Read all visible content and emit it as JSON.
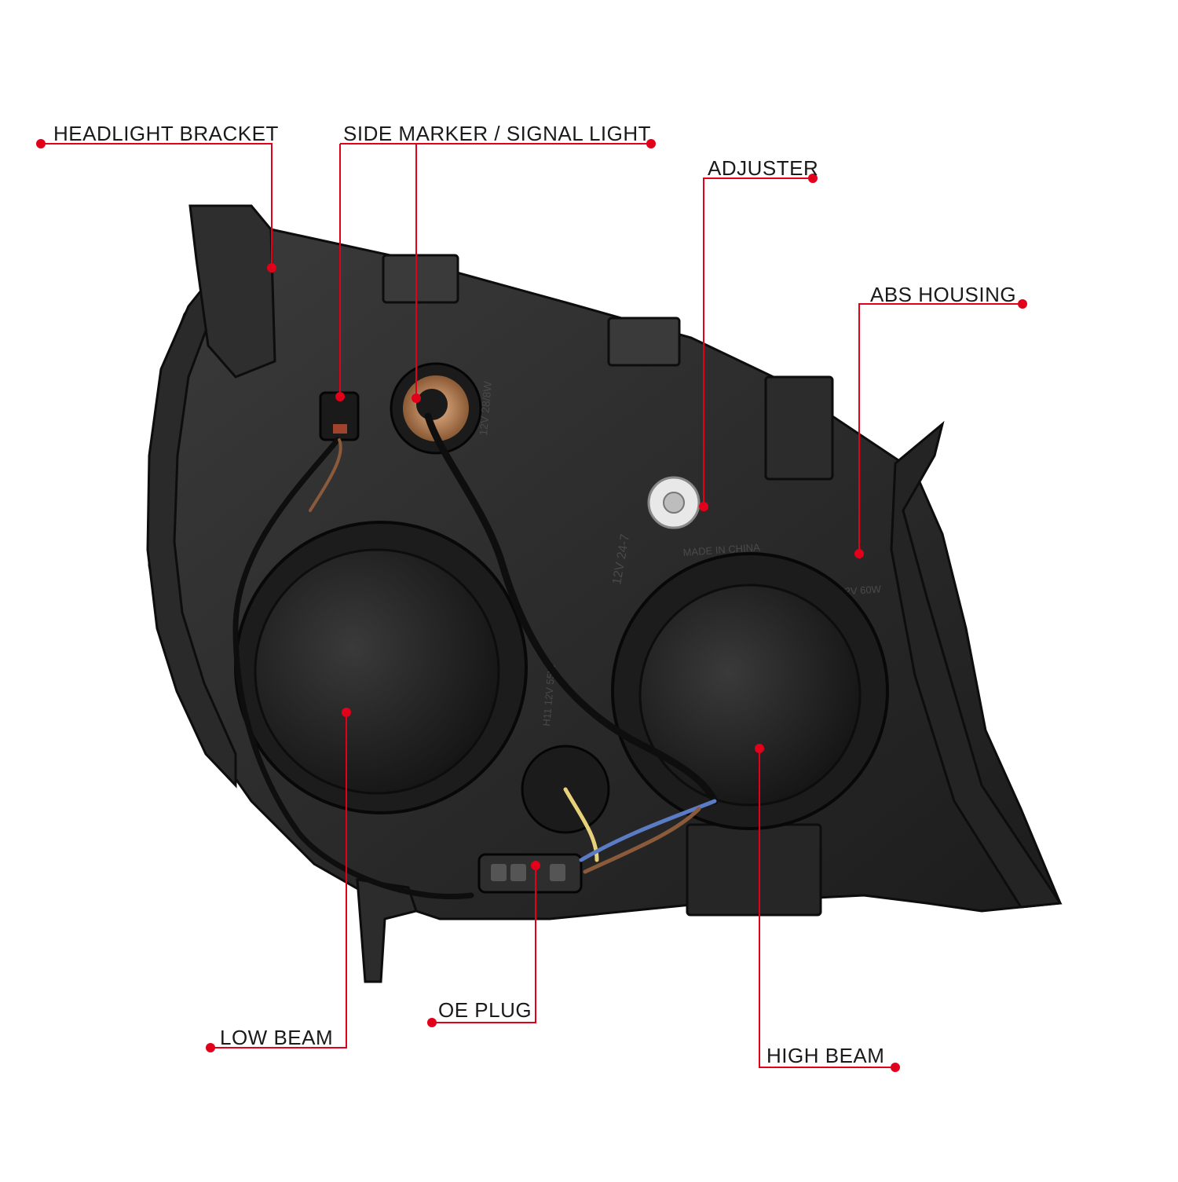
{
  "accent_color": "#e3001b",
  "callouts": {
    "headlight_bracket": "HEADLIGHT BRACKET",
    "side_marker": "SIDE MARKER / SIGNAL LIGHT",
    "adjuster": "ADJUSTER",
    "abs_housing": "ABS HOUSING",
    "low_beam": "LOW BEAM",
    "oe_plug": "OE PLUG",
    "high_beam": "HIGH BEAM"
  },
  "housing_markings": {
    "bulb_rating_marker": "12V 28/8W",
    "made_in": "MADE IN CHINA",
    "voltage_block": "12V 24-7",
    "low_beam_bulb": "H11 12V 55W",
    "high_beam_bulb": "HB3 12V 60W"
  }
}
